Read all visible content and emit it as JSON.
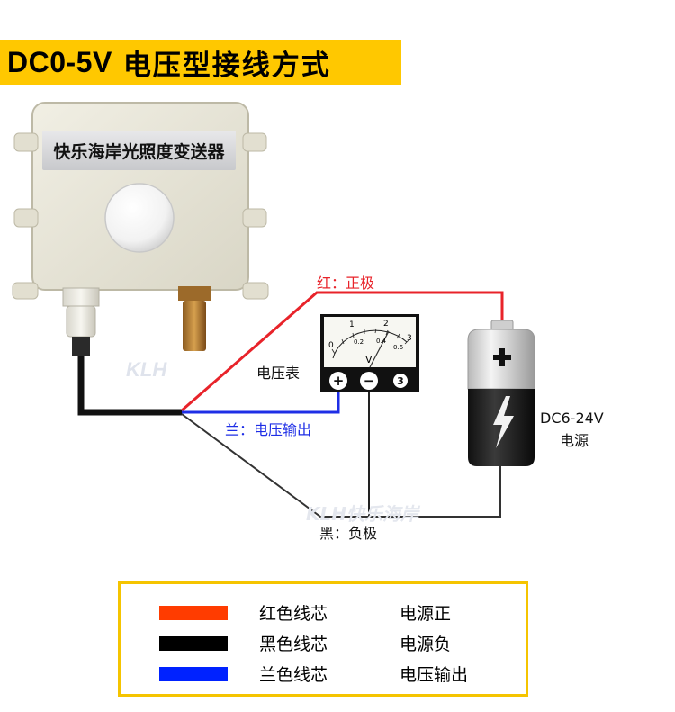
{
  "header": {
    "title_part1": "DC0-5V",
    "title_part2": "电压型接线方式"
  },
  "device": {
    "label": "快乐海岸光照度变送器"
  },
  "meter": {
    "name": "电压表",
    "unit": "V",
    "scale_ticks": [
      "0",
      "1",
      "2",
      "3"
    ],
    "scale_sub_ticks": [
      "0.2",
      "0.4",
      "0.6"
    ],
    "terminal_plus": "+",
    "terminal_minus": "−",
    "terminal_3": "3"
  },
  "wires": {
    "red_label": "红：正极",
    "blue_label": "兰：电压输出",
    "black_label": "黑：负极"
  },
  "power": {
    "voltage": "DC6-24V",
    "name": "电源"
  },
  "watermark": {
    "text1": "KLH",
    "text2": "KLH快乐海岸"
  },
  "legend": {
    "rows": [
      {
        "swatch_color": "#ff3c00",
        "name": "红色线芯",
        "function": "电源正"
      },
      {
        "swatch_color": "#000000",
        "name": "黑色线芯",
        "function": "电源负"
      },
      {
        "swatch_color": "#0022ff",
        "name": "兰色线芯",
        "function": "电压输出"
      }
    ]
  },
  "colors": {
    "red_wire": "#e8232a",
    "blue_wire": "#1e2ee6",
    "black_wire": "#222222",
    "banner": "#ffc800",
    "legend_border": "#f5c400"
  }
}
